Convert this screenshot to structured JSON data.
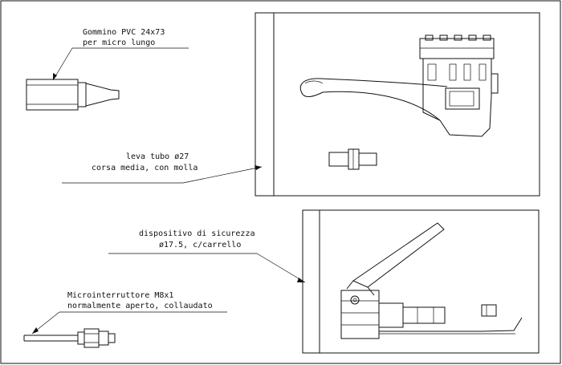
{
  "labels": {
    "gommino_line1": "Gommino PVC 24x73",
    "gommino_line2": "per micro lungo",
    "leva_line1": "leva tubo ø27",
    "leva_line2": "corsa media, con molla",
    "dispositivo_line1": "dispositivo di sicurezza",
    "dispositivo_line2": "ø17.5, c/carrello",
    "micro_line1": "Microinterruttore M8x1",
    "micro_line2": "normalmente aperto, collaudato"
  }
}
